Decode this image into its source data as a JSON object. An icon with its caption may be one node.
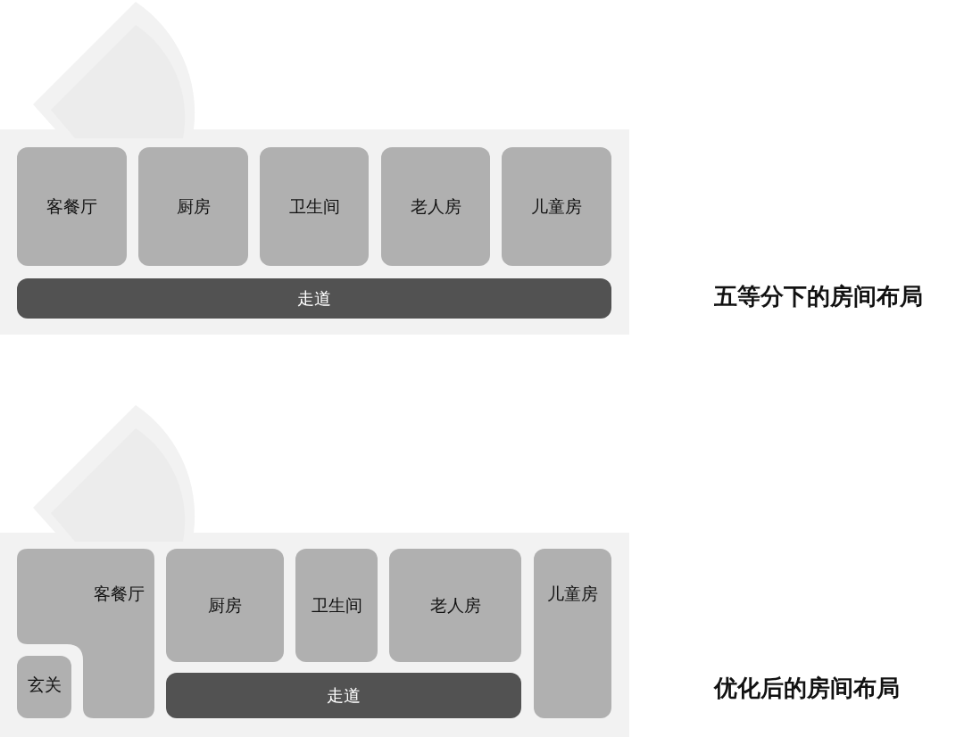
{
  "diagram": {
    "nodes": [
      {
        "text": [
          "客餐厅"
        ]
      },
      {
        "text": [
          "厨房"
        ]
      },
      {
        "text": [
          "卫生间"
        ]
      },
      {
        "text": [
          "老人房"
        ]
      },
      {
        "text": [
          "儿童房"
        ]
      },
      {
        "text": [
          "走道"
        ]
      },
      {
        "text": [
          "客餐厅"
        ]
      },
      {
        "text": [
          "厨房"
        ]
      },
      {
        "text": [
          "卫生间"
        ]
      },
      {
        "text": [
          "老人房"
        ]
      },
      {
        "text": [
          "儿童房"
        ]
      },
      {
        "text": [
          "玄关"
        ]
      },
      {
        "text": [
          "走道"
        ]
      }
    ],
    "labels": [
      "五等分下的房间布局",
      "优化后的房间布局"
    ]
  }
}
